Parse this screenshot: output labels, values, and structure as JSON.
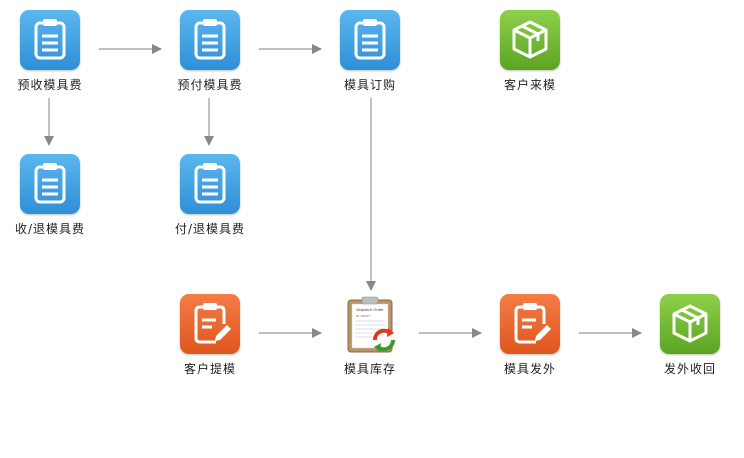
{
  "nodes": {
    "prepay_receive": "预收模具费",
    "prepay_pay": "预付模具费",
    "mold_order": "模具订购",
    "customer_supply": "客户来模",
    "refund_receive": "收/退模具费",
    "refund_pay": "付/退模具费",
    "customer_pickup": "客户提模",
    "mold_stock": "模具库存",
    "mold_dispatch": "模具发外",
    "dispatch_return": "发外收回"
  },
  "doc_card": {
    "title": "Dispatch Order",
    "ref": "DL-00577"
  },
  "colors": {
    "blue": "#3c9fe1",
    "orange": "#ea6a2f",
    "green": "#75bb35",
    "arrow": "#888888"
  }
}
